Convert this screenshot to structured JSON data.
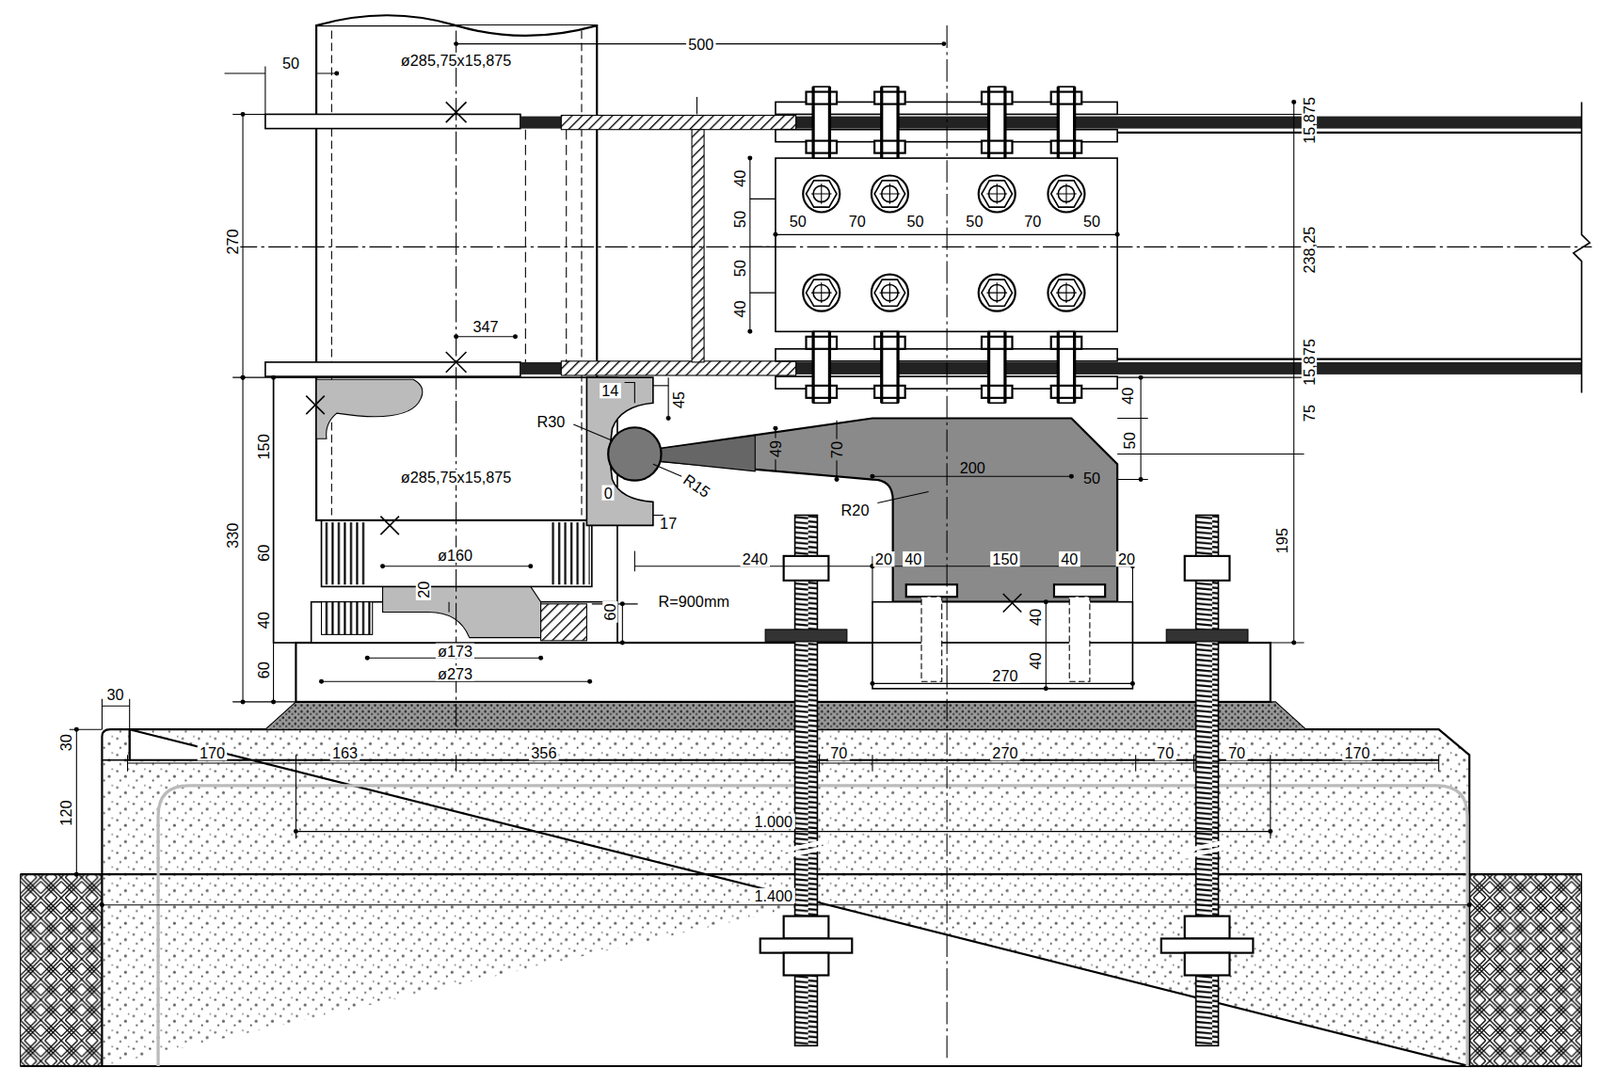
{
  "diagram": {
    "labels": [
      "50",
      "ø285,75x15,875",
      "500",
      "15,875",
      "270",
      "40",
      "50",
      "50",
      "70",
      "50",
      "50",
      "70",
      "50",
      "238,25",
      "50",
      "40",
      "347",
      "15,875",
      "14",
      "45",
      "40",
      "75",
      "R30",
      "49",
      "70",
      "50",
      "150",
      "200",
      "50",
      "ø285,75x15,875",
      "R15",
      "0",
      "R20",
      "17",
      "195",
      "330",
      "60",
      "ø160",
      "240",
      "20",
      "40",
      "150",
      "40",
      "20",
      "20",
      "R=900mm",
      "60",
      "40",
      "40",
      "ø173",
      "40",
      "ø273",
      "270",
      "60",
      "30",
      "30",
      "170",
      "163",
      "356",
      "70",
      "270",
      "70",
      "70",
      "170",
      "120",
      "1.000",
      "1.400"
    ]
  }
}
